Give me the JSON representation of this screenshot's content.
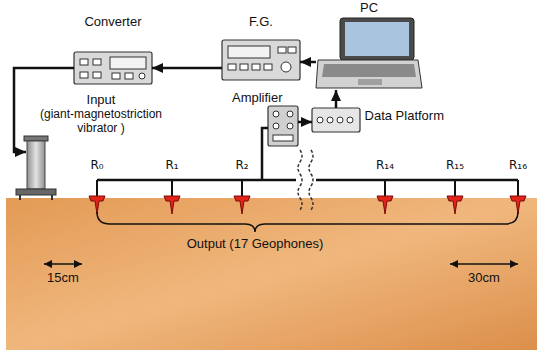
{
  "diagram": {
    "nodes": [
      {
        "text": [
          "Converter"
        ]
      },
      {
        "text": [
          "F.G."
        ]
      },
      {
        "text": [
          "PC"
        ]
      },
      {
        "text": [
          "Input",
          "(giant-magnetostriction vibrator )"
        ]
      },
      {
        "text": [
          "Amplifier"
        ]
      },
      {
        "text": [
          "Data Platform"
        ]
      }
    ],
    "edges": [
      {
        "from": 2,
        "to": 1,
        "arrow": "to"
      },
      {
        "from": 1,
        "to": 0,
        "arrow": "to"
      },
      {
        "from": 0,
        "to": 3,
        "arrow": "to"
      },
      {
        "from": 4,
        "to": 5,
        "arrow": "to"
      },
      {
        "from": 5,
        "to": 2,
        "arrow": "to"
      }
    ],
    "labels": [
      "R₀",
      "R₁",
      "R₂",
      "R₁₄",
      "R₁₅",
      "R₁₆",
      "Output (17 Geophones)",
      "15cm",
      "30cm"
    ]
  }
}
